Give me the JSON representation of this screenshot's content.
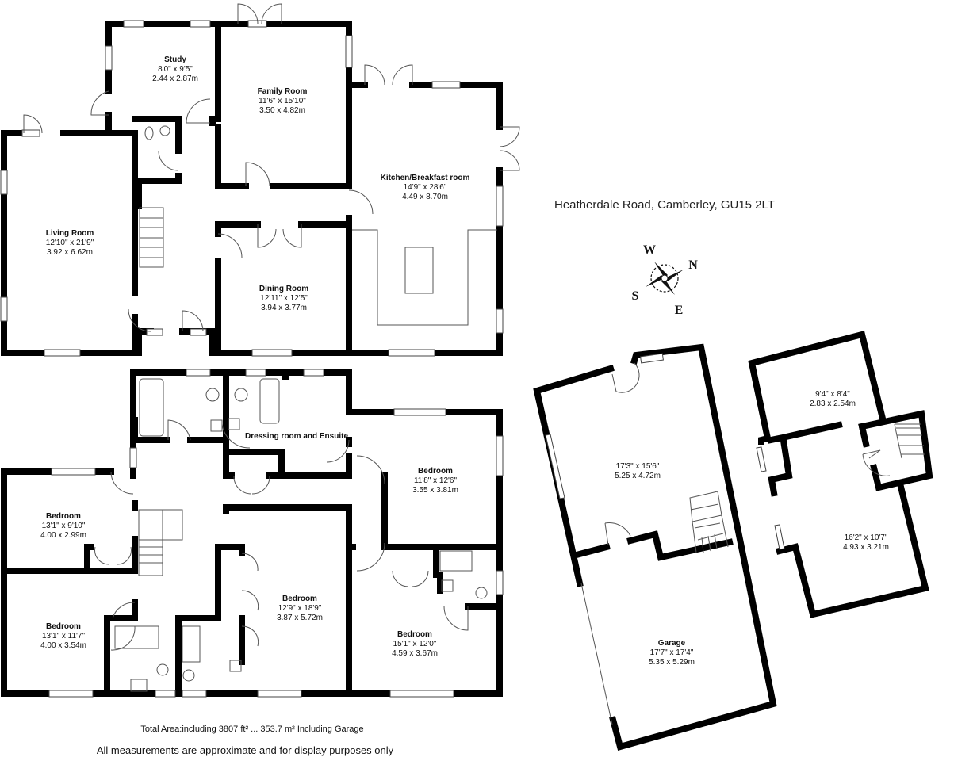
{
  "address": "Heatherdale Road, Camberley, GU15 2LT",
  "ground_floor": {
    "study": {
      "name": "Study",
      "imperial": "8'0\" x 9'5\"",
      "metric": "2.44 x 2.87m"
    },
    "family_room": {
      "name": "Family Room",
      "imperial": "11'6\" x 15'10\"",
      "metric": "3.50 x 4.82m"
    },
    "kitchen": {
      "name": "Kitchen/Breakfast room",
      "imperial": "14'9\" x 28'6\"",
      "metric": "4.49 x 8.70m"
    },
    "living_room": {
      "name": "Living Room",
      "imperial": "12'10\" x 21'9\"",
      "metric": "3.92 x 6.62m"
    },
    "dining_room": {
      "name": "Dining Room",
      "imperial": "12'11\" x 12'5\"",
      "metric": "3.94 x 3.77m"
    }
  },
  "first_floor": {
    "dressing": {
      "name": "Dressing room and Ensuite"
    },
    "bedroom_1": {
      "name": "Bedroom",
      "imperial": "11'8\" x 12'6\"",
      "metric": "3.55 x 3.81m"
    },
    "bedroom_2": {
      "name": "Bedroom",
      "imperial": "13'1\" x 9'10\"",
      "metric": "4.00 x 2.99m"
    },
    "bedroom_3": {
      "name": "Bedroom",
      "imperial": "12'9\" x 18'9\"",
      "metric": "3.87 x 5.72m"
    },
    "bedroom_4": {
      "name": "Bedroom",
      "imperial": "13'1\" x 11'7\"",
      "metric": "4.00 x 3.54m"
    },
    "bedroom_5": {
      "name": "Bedroom",
      "imperial": "15'1\" x 12'0\"",
      "metric": "4.59 x 3.67m"
    }
  },
  "outbuilding": {
    "upper_room": {
      "imperial": "17'3\" x 15'6\"",
      "metric": "5.25 x 4.72m"
    },
    "garage": {
      "name": "Garage",
      "imperial": "17'7\" x 17'4\"",
      "metric": "5.35 x 5.29m"
    }
  },
  "annex": {
    "room_1": {
      "imperial": "9'4\" x 8'4\"",
      "metric": "2.83 x 2.54m"
    },
    "room_2": {
      "imperial": "16'2\" x 10'7\"",
      "metric": "4.93 x 3.21m"
    }
  },
  "compass": {
    "w": "W",
    "n": "N",
    "s": "S",
    "e": "E"
  },
  "footer": {
    "total_area": "Total Area:including 3807 ft² ... 353.7 m² Including Garage",
    "disclaimer": "All measurements are approximate and for display purposes only"
  }
}
